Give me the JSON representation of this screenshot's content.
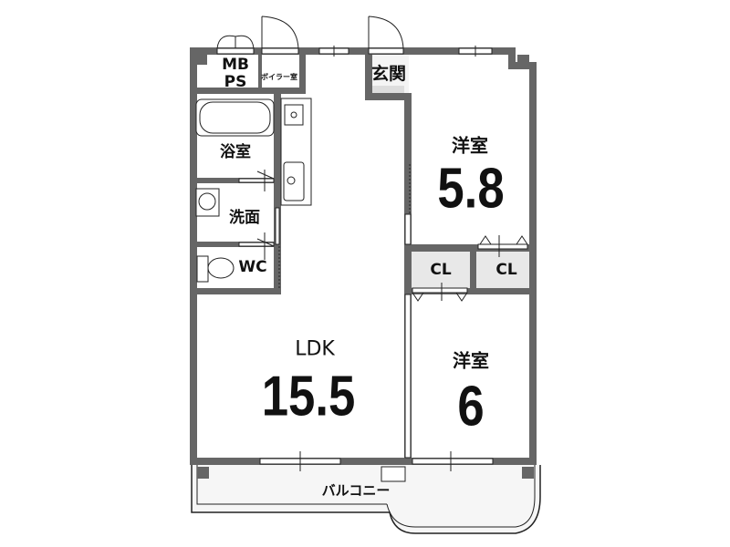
{
  "rooms": {
    "mb": "MB",
    "ps": "PS",
    "boiler": "ボイラー室",
    "entrance": "玄関",
    "bath": "浴室",
    "washroom": "洗面",
    "wc": "WC",
    "bedroom1": {
      "label": "洋室",
      "size": "5.8"
    },
    "closet1": "CL",
    "closet2": "CL",
    "ldk": {
      "label": "LDK",
      "size": "15.5"
    },
    "bedroom2": {
      "label": "洋室",
      "size": "6"
    },
    "balcony": "バルコニー"
  },
  "colors": {
    "wall": "#666666",
    "floor_gray": "#e8e8e8"
  }
}
